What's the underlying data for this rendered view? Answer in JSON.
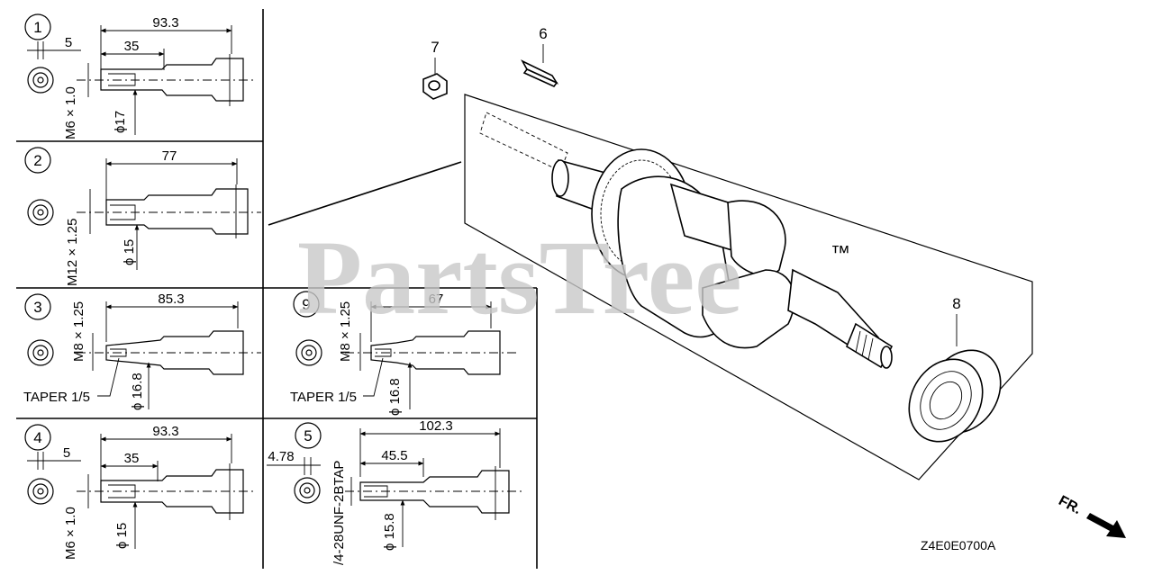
{
  "watermark": {
    "text": "PartsTree",
    "tm": "™"
  },
  "diagram_code": "Z4E0E0700A",
  "front_indicator": "FR.",
  "part_callouts": [
    "7",
    "6",
    "8"
  ],
  "variants": [
    {
      "id": "1",
      "dims": [
        "93.3",
        "5",
        "35"
      ],
      "thread": "M6 × 1.0",
      "diameter": "ϕ17"
    },
    {
      "id": "2",
      "dims": [
        "77"
      ],
      "thread": "M12 × 1.25",
      "diameter": "ϕ 15"
    },
    {
      "id": "3",
      "dims": [
        "85.3"
      ],
      "thread": "M8 × 1.25",
      "diameter": "ϕ 16.8",
      "taper": "TAPER 1/5"
    },
    {
      "id": "9",
      "dims": [
        "67"
      ],
      "thread": "M8 × 1.25",
      "diameter": "ϕ 16.8",
      "taper": "TAPER 1/5"
    },
    {
      "id": "4",
      "dims": [
        "93.3",
        "5",
        "35"
      ],
      "thread": "M6 × 1.0",
      "diameter": "ϕ 15"
    },
    {
      "id": "5",
      "dims": [
        "102.3",
        "45.5",
        "4.78"
      ],
      "thread": "/4-28UNF-2BTAP",
      "diameter": "ϕ 15.8"
    }
  ]
}
